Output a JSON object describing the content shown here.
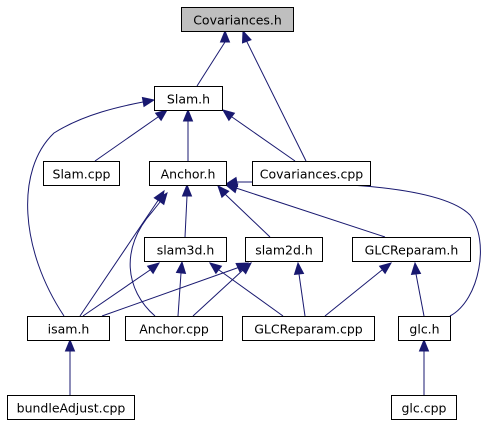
{
  "graph": {
    "edge_color": "#191970",
    "root_fill": "#bfbfbf",
    "node_fill": "#ffffff",
    "nodes": [
      {
        "id": "covariances_h",
        "label": "Covariances.h",
        "root": true
      },
      {
        "id": "slam_h",
        "label": "Slam.h"
      },
      {
        "id": "slam_cpp",
        "label": "Slam.cpp"
      },
      {
        "id": "anchor_h",
        "label": "Anchor.h"
      },
      {
        "id": "covariances_cpp",
        "label": "Covariances.cpp"
      },
      {
        "id": "slam3d_h",
        "label": "slam3d.h"
      },
      {
        "id": "slam2d_h",
        "label": "slam2d.h"
      },
      {
        "id": "glcreparam_h",
        "label": "GLCReparam.h"
      },
      {
        "id": "isam_h",
        "label": "isam.h"
      },
      {
        "id": "anchor_cpp",
        "label": "Anchor.cpp"
      },
      {
        "id": "glcreparam_cpp",
        "label": "GLCReparam.cpp"
      },
      {
        "id": "glc_h",
        "label": "glc.h"
      },
      {
        "id": "bundleadjust_cpp",
        "label": "bundleAdjust.cpp"
      },
      {
        "id": "glc_cpp",
        "label": "glc.cpp"
      }
    ],
    "edges": [
      {
        "from": "slam_h",
        "to": "covariances_h"
      },
      {
        "from": "covariances_cpp",
        "to": "covariances_h"
      },
      {
        "from": "slam_cpp",
        "to": "slam_h"
      },
      {
        "from": "anchor_h",
        "to": "slam_h"
      },
      {
        "from": "covariances_cpp",
        "to": "slam_h"
      },
      {
        "from": "isam_h",
        "to": "slam_h"
      },
      {
        "from": "slam3d_h",
        "to": "anchor_h"
      },
      {
        "from": "slam2d_h",
        "to": "anchor_h"
      },
      {
        "from": "glcreparam_h",
        "to": "anchor_h"
      },
      {
        "from": "isam_h",
        "to": "anchor_h"
      },
      {
        "from": "anchor_cpp",
        "to": "anchor_h"
      },
      {
        "from": "glc_h",
        "to": "anchor_h"
      },
      {
        "from": "isam_h",
        "to": "slam3d_h"
      },
      {
        "from": "anchor_cpp",
        "to": "slam3d_h"
      },
      {
        "from": "glcreparam_cpp",
        "to": "slam3d_h"
      },
      {
        "from": "isam_h",
        "to": "slam2d_h"
      },
      {
        "from": "anchor_cpp",
        "to": "slam2d_h"
      },
      {
        "from": "glcreparam_cpp",
        "to": "slam2d_h"
      },
      {
        "from": "glcreparam_cpp",
        "to": "glcreparam_h"
      },
      {
        "from": "glc_h",
        "to": "glcreparam_h"
      },
      {
        "from": "bundleadjust_cpp",
        "to": "isam_h"
      },
      {
        "from": "glc_cpp",
        "to": "glc_h"
      }
    ]
  }
}
